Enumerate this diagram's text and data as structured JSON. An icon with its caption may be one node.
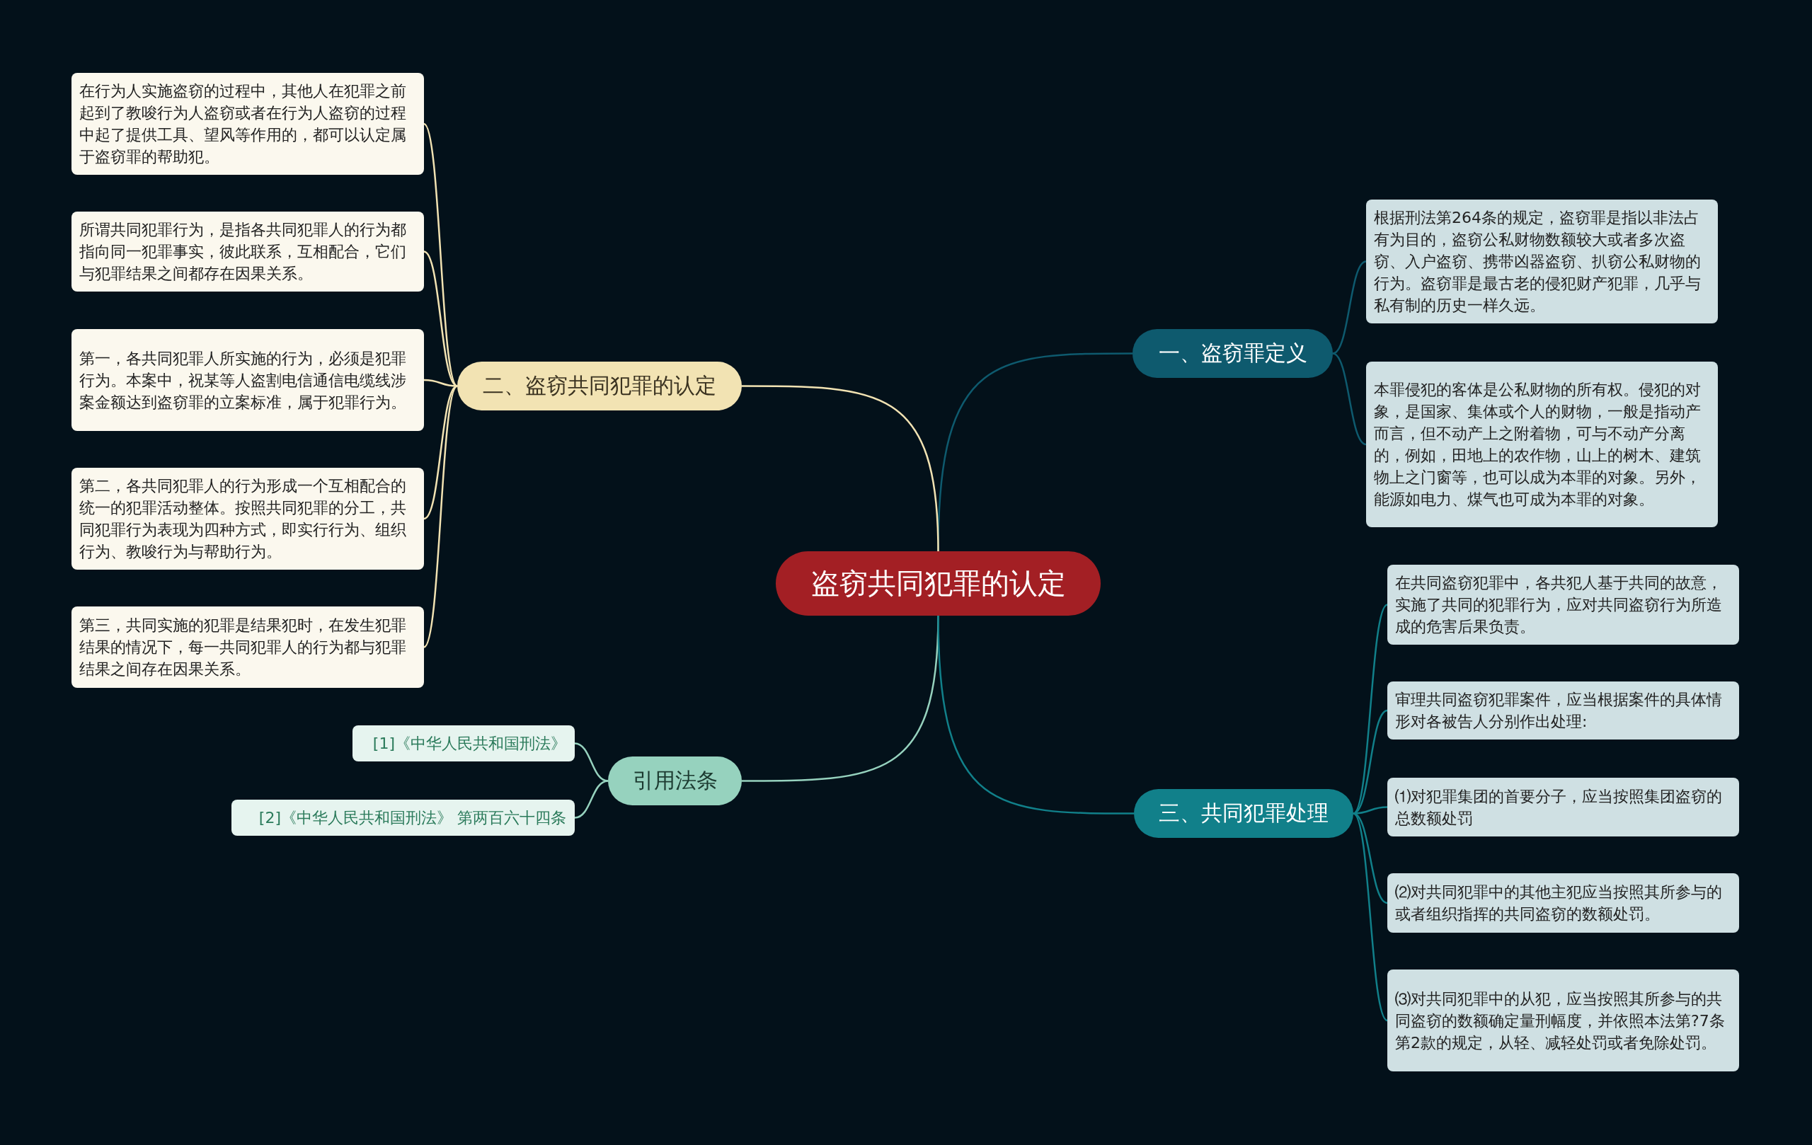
{
  "diagram": {
    "nodes": [
      {
        "text": [
          "盗窃共同犯罪的认定"
        ]
      },
      {
        "text": [
          "一、盗窃罪定义"
        ]
      },
      {
        "text": [
          "根据刑法第264条的规定，盗窃罪是指以非法占有为目的，盗窃公私财物数额较大或者多次盗窃、入户盗窃、携带凶器盗窃、扒窃公私财物的行为。盗窃罪是最古老的侵犯财产犯罪，几乎与私有制的历史一样久远。"
        ]
      },
      {
        "text": [
          "本罪侵犯的客体是公私财物的所有权。侵犯的对象，是国家、集体或个人的财物，一般是指动产而言，但不动产上之附着物，可与不动产分离的，例如，田地上的农作物，山上的树木、建筑物上之门窗等，也可以成为本罪的对象。另外，能源如电力、煤气也可成为本罪的对象。"
        ]
      },
      {
        "text": [
          "二、盗窃共同犯罪的认定"
        ]
      },
      {
        "text": [
          "在行为人实施盗窃的过程中，其他人在犯罪之前起到了教唆行为人盗窃或者在行为人盗窃的过程中起了提供工具、望风等作用的，都可以认定属于盗窃罪的帮助犯。"
        ]
      },
      {
        "text": [
          "所谓共同犯罪行为，是指各共同犯罪人的行为都指向同一犯罪事实，彼此联系，互相配合，它们与犯罪结果之间都存在因果关系。"
        ]
      },
      {
        "text": [
          "第一，各共同犯罪人所实施的行为，必须是犯罪行为。本案中，祝某等人盗割电信通信电缆线涉案金额达到盗窃罪的立案标准，属于犯罪行为。"
        ]
      },
      {
        "text": [
          "第二，各共同犯罪人的行为形成一个互相配合的统一的犯罪活动整体。按照共同犯罪的分工，共同犯罪行为表现为四种方式，即实行行为、组织行为、教唆行为与帮助行为。"
        ]
      },
      {
        "text": [
          "第三，共同实施的犯罪是结果犯时，在发生犯罪结果的情况下，每一共同犯罪人的行为都与犯罪结果之间存在因果关系。"
        ]
      },
      {
        "text": [
          "引用法条"
        ]
      },
      {
        "text": [
          "[1]《中华人民共和国刑法》"
        ]
      },
      {
        "text": [
          "[2]《中华人民共和国刑法》 第两百六十四条"
        ]
      },
      {
        "text": [
          "三、共同犯罪处理"
        ]
      },
      {
        "text": [
          "在共同盗窃犯罪中，各共犯人基于共同的故意，实施了共同的犯罪行为，应对共同盗窃行为所造成的危害后果负责。"
        ]
      },
      {
        "text": [
          "审理共同盗窃犯罪案件，应当根据案件的具体情形对各被告人分别作出处理:"
        ]
      },
      {
        "text": [
          "⑴对犯罪集团的首要分子，应当按照集团盗窃的总数额处罚"
        ]
      },
      {
        "text": [
          "⑵对共同犯罪中的其他主犯应当按照其所参与的或者组织指挥的共同盗窃的数额处罚。"
        ]
      },
      {
        "text": [
          "⑶对共同犯罪中的从犯，应当按照其所参与的共同盗窃的数额确定量刑幅度，并依照本法第?7条第2款的规定，从轻、减轻处罚或者免除处罚。"
        ]
      }
    ],
    "edges": [
      {
        "from": 0,
        "to": 1,
        "arrow": "none",
        "color": "#0e5a6e"
      },
      {
        "from": 1,
        "to": 2,
        "arrow": "none",
        "color": "#0e5a6e"
      },
      {
        "from": 1,
        "to": 3,
        "arrow": "none",
        "color": "#0e5a6e"
      },
      {
        "from": 0,
        "to": 4,
        "arrow": "none",
        "color": "#f2e3b3"
      },
      {
        "from": 4,
        "to": 5,
        "arrow": "none",
        "color": "#f2e3b3"
      },
      {
        "from": 4,
        "to": 6,
        "arrow": "none",
        "color": "#f2e3b3"
      },
      {
        "from": 4,
        "to": 7,
        "arrow": "none",
        "color": "#f2e3b3"
      },
      {
        "from": 4,
        "to": 8,
        "arrow": "none",
        "color": "#f2e3b3"
      },
      {
        "from": 4,
        "to": 9,
        "arrow": "none",
        "color": "#f2e3b3"
      },
      {
        "from": 0,
        "to": 10,
        "arrow": "none",
        "color": "#96d2be"
      },
      {
        "from": 10,
        "to": 11,
        "arrow": "none",
        "color": "#96d2be"
      },
      {
        "from": 10,
        "to": 12,
        "arrow": "none",
        "color": "#96d2be"
      },
      {
        "from": 0,
        "to": 13,
        "arrow": "none",
        "color": "#11808a"
      },
      {
        "from": 13,
        "to": 14,
        "arrow": "none",
        "color": "#11808a"
      },
      {
        "from": 13,
        "to": 15,
        "arrow": "none",
        "color": "#11808a"
      },
      {
        "from": 13,
        "to": 16,
        "arrow": "none",
        "color": "#11808a"
      },
      {
        "from": 13,
        "to": 17,
        "arrow": "none",
        "color": "#11808a"
      },
      {
        "from": 13,
        "to": 18,
        "arrow": "none",
        "color": "#11808a"
      }
    ]
  }
}
